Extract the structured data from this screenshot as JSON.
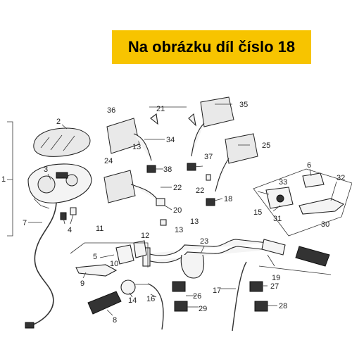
{
  "banner": {
    "text": "Na obrázku díl číslo 18",
    "bg_color": "#f7c400"
  },
  "diagram": {
    "callouts": [
      "1",
      "2",
      "3",
      "4",
      "5",
      "6",
      "7",
      "8",
      "9",
      "10",
      "11",
      "12",
      "13",
      "13",
      "13",
      "14",
      "15",
      "16",
      "17",
      "18",
      "19",
      "20",
      "21",
      "22",
      "22",
      "23",
      "24",
      "25",
      "26",
      "27",
      "28",
      "29",
      "30",
      "31",
      "32",
      "33",
      "34",
      "35",
      "36",
      "37",
      "38"
    ]
  }
}
